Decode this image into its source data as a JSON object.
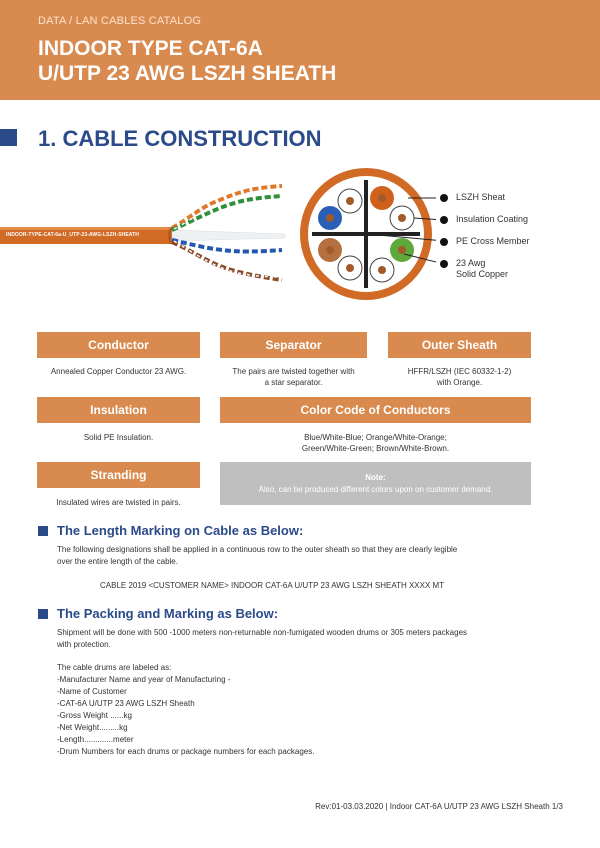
{
  "header": {
    "kicker": "DATA / LAN CABLES CATALOG",
    "title_line1": "INDOOR TYPE CAT-6A",
    "title_line2": "U/UTP 23 AWG LSZH SHEATH",
    "bg_color": "#d98a4e"
  },
  "section1": {
    "title": "1. CABLE CONSTRUCTION"
  },
  "cable": {
    "print_label": "INDOOR-TYPE-CAT-6a-U_UTP-23-AWG-LSZH-SHEATH"
  },
  "legend": [
    {
      "label": "LSZH Sheat"
    },
    {
      "label": "Insulation Coating"
    },
    {
      "label": "PE Cross Member"
    },
    {
      "label": "23 Awg",
      "label2": "Solid Copper"
    }
  ],
  "boxes": {
    "conductor": {
      "title": "Conductor",
      "text": "Annealed Copper Conductor 23 AWG."
    },
    "separator": {
      "title": "Separator",
      "text1": "The pairs are twisted together with",
      "text2": "a star separator."
    },
    "outer_sheath": {
      "title": "Outer Sheath",
      "text1": "HFFR/LSZH (IEC 60332-1-2)",
      "text2": "with Orange."
    },
    "insulation": {
      "title": "Insulation",
      "text": "Solid PE Insulation."
    },
    "color_code": {
      "title": "Color Code of Conductors",
      "text1": "Blue/White-Blue; Orange/White-Orange;",
      "text2": "Green/White-Green; Brown/White-Brown."
    },
    "stranding": {
      "title": "Stranding",
      "text": "Insulated wires are twisted in pairs."
    },
    "note": {
      "title": "Note:",
      "text": "Also, can be produced different colors upon on customer demand."
    }
  },
  "length_marking": {
    "title": "The Length Marking on Cable as Below:",
    "para1": "The following designations shall be applied in a continuous row to the outer sheath so that they are clearly legible",
    "para2": "over the entire length of the cable.",
    "marking": "CABLE 2019  <CUSTOMER NAME> INDOOR  CAT-6A U/UTP 23 AWG  LSZH SHEATH  XXXX MT"
  },
  "packing": {
    "title": "The Packing and Marking as Below:",
    "para1": "Shipment will be done with 500 -1000 meters non-returnable non-fumigated wooden drums or 305 meters packages",
    "para2": "with protection.",
    "intro": "The cable drums are labeled as:",
    "items": [
      "-Manufacturer Name and year of Manufacturing -",
      "-Name of Customer",
      "-CAT-6A U/UTP 23 AWG LSZH Sheath",
      "-Gross Weight ......kg",
      "-Net Weight.........kg",
      "-Length.............meter",
      "-Drum Numbers for each drums or package numbers for each packages."
    ]
  },
  "footer": {
    "text": "Rev:01-03.03.2020  |  Indoor CAT-6A U/UTP 23 AWG LSZH Sheath 1/3"
  }
}
